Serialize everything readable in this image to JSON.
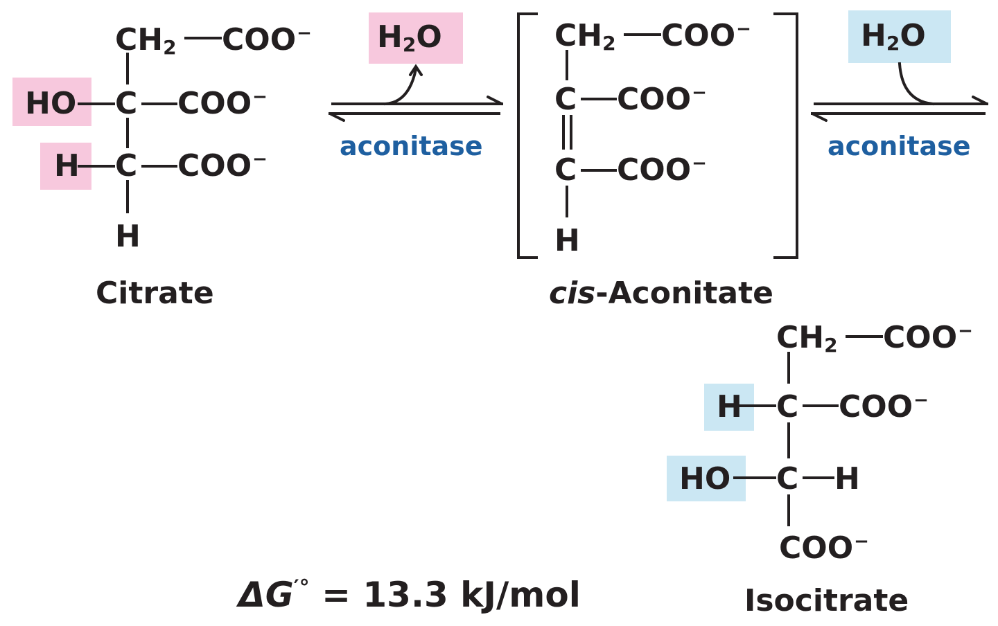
{
  "citrate": {
    "ch2": "CH",
    "ch2_sub": "2",
    "coo_top": "COO",
    "coo_mid": "COO",
    "coo_low": "COO",
    "charge": "−",
    "ho": "HO",
    "c1": "C",
    "c2": "C",
    "h_left": "H",
    "h_bottom": "H",
    "name": "Citrate"
  },
  "aconitate": {
    "ch2": "CH",
    "ch2_sub": "2",
    "coo_top": "COO",
    "coo_mid": "COO",
    "coo_low": "COO",
    "charge": "−",
    "c1": "C",
    "c2": "C",
    "h_bottom": "H",
    "name_italic": "cis",
    "name_rest": "-Aconitate"
  },
  "isocitrate": {
    "ch2": "CH",
    "ch2_sub": "2",
    "coo_top": "COO",
    "coo_mid": "COO",
    "coo_bottom": "COO",
    "charge": "−",
    "h_left": "H",
    "c1": "C",
    "c2": "C",
    "ho": "HO",
    "h_right": "H",
    "name": "Isocitrate"
  },
  "water1": {
    "h": "H",
    "sub": "2",
    "o": "O"
  },
  "water2": {
    "h": "H",
    "sub": "2",
    "o": "O"
  },
  "enzyme1": "aconitase",
  "enzyme2": "aconitase",
  "delta_g": {
    "symbol": "ΔG",
    "prime": "′°",
    "value": "= 13.3 kJ/mol"
  },
  "colors": {
    "removed_highlight": "#f7c8dd",
    "added_highlight": "#cbe7f3",
    "enzyme_text": "#1e5fa0",
    "ink": "#231f20"
  }
}
